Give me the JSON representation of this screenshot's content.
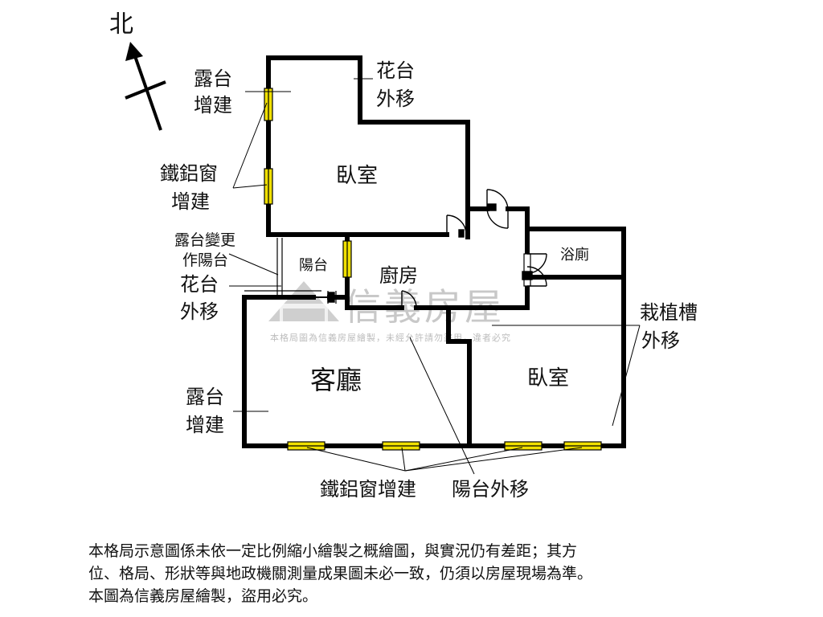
{
  "compass": {
    "north": "北"
  },
  "rooms": {
    "bedroom_top": "臥室",
    "bedroom_bottom": "臥室",
    "living_room": "客廳",
    "kitchen": "廚房",
    "balcony": "陽台",
    "bathroom": "浴廁"
  },
  "annotations": {
    "terrace_addition_top": [
      "露台",
      "增建"
    ],
    "flowerbed_moved_top": [
      "花台",
      "外移"
    ],
    "window_addition_left": [
      "鐵鋁窗",
      "增建"
    ],
    "terrace_changed": [
      "露台變更",
      "作陽台"
    ],
    "flowerbed_moved_left": [
      "花台",
      "外移"
    ],
    "terrace_addition_left": [
      "露台",
      "增建"
    ],
    "planter_moved": [
      "栽植槽",
      "外移"
    ],
    "window_addition_bottom": "鐵鋁窗增建",
    "balcony_moved_bottom": "陽台外移"
  },
  "watermark": {
    "brand": "信義房屋",
    "notice": "本格局圖為信義房屋繪製，未經允許請勿盜用，違者必究"
  },
  "disclaimer": [
    "本格局示意圖係未依一定比例縮小繪製之概繪圖，與實況仍有差距；其方",
    "位、格局、形狀等與地政機關測量成果圖未必一致，仍須以房屋現場為準。",
    "本圖為信義房屋繪製，盜用必究。"
  ],
  "colors": {
    "wall": "#000000",
    "window_fill": "#f0e000",
    "watermark": "#c8c8c8"
  }
}
